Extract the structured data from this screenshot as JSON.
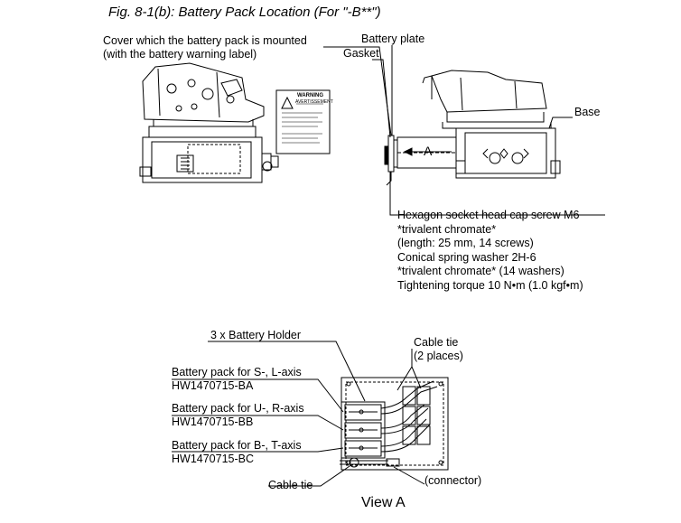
{
  "figure": {
    "title": "Fig. 8-1(b): Battery Pack Location (For \"-B**\")"
  },
  "top_labels": {
    "cover_line1": "Cover which the battery pack is mounted",
    "cover_line2": "(with the battery warning label)",
    "battery_plate": "Battery plate",
    "gasket": "Gasket",
    "base": "Base",
    "arrow_a": "A"
  },
  "warning_label": {
    "heading": "WARNING",
    "sub": "AVERTISSEMENT"
  },
  "screw_spec": [
    "Hexagon socket head cap screw M6",
    "*trivalent chromate*",
    "(length: 25 mm, 14 screws)",
    "Conical spring washer 2H-6",
    "*trivalent chromate* (14 washers)",
    "Tightening torque 10 N•m (1.0 kgf•m)"
  ],
  "bottom_labels": {
    "battery_holder": "3 x Battery Holder",
    "cable_tie_top_1": "Cable tie",
    "cable_tie_top_2": "(2 places)",
    "pack_sl_1": "Battery pack for S-, L-axis",
    "pack_sl_2": "HW1470715-BA",
    "pack_ur_1": "Battery pack for U-, R-axis",
    "pack_ur_2": "HW1470715-BB",
    "pack_bt_1": "Battery pack for B-, T-axis",
    "pack_bt_2": "HW1470715-BC",
    "cable_tie_bottom": "Cable tie",
    "connector": "(connector)"
  },
  "view_label": "View A"
}
